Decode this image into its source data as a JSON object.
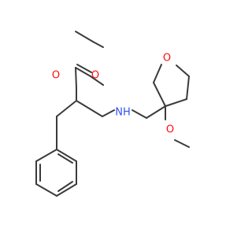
{
  "molecule": {
    "colors": {
      "bond": "#3a3a3a",
      "oxygen": "#ff0d0d",
      "nitrogen": "#3050f8",
      "background": "#ffffff"
    },
    "atom_labels": {
      "ester_carbonyl_o": "O",
      "ester_ether_o": "O",
      "amine_nh": "NH",
      "ring_o": "O",
      "methoxy_o": "O"
    }
  }
}
